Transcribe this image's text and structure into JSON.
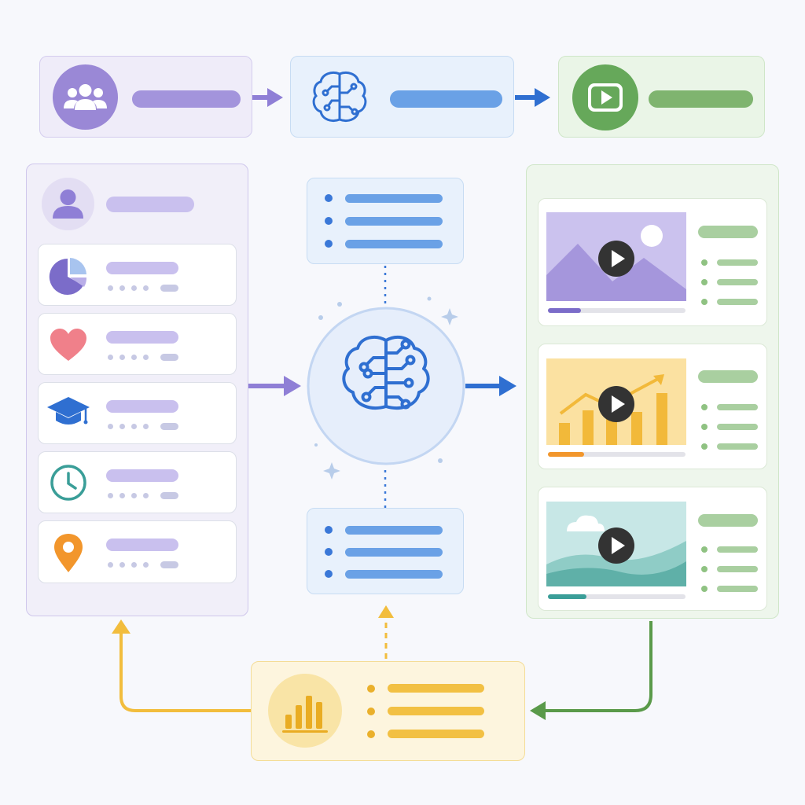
{
  "colors": {
    "purple": "#9d8fdb",
    "purple_light": "#c9c0ee",
    "blue": "#6aa1e6",
    "blue_dark": "#2f6fd1",
    "green": "#7fb46f",
    "green_dark": "#5a9a4a",
    "yellow": "#f2c043",
    "yellow_dark": "#eab02b",
    "pink": "#f0808a",
    "teal": "#3a9e98",
    "orange": "#f2962c",
    "grey_dots": "#c7c9e4"
  },
  "icons": {
    "top_audience": "users-group-icon",
    "top_ai": "brain-circuit-icon",
    "top_output": "video-play-icon",
    "profile": "user-avatar-icon",
    "attr_1": "pie-chart-icon",
    "attr_2": "heart-icon",
    "attr_3": "graduation-cap-icon",
    "attr_4": "clock-icon",
    "attr_5": "location-pin-icon",
    "center": "brain-circuit-icon",
    "analytics": "bar-chart-icon",
    "video_1": "mountain-landscape-thumbnail",
    "video_2": "growth-chart-thumbnail",
    "video_3": "hills-landscape-thumbnail"
  },
  "video_progress": [
    0.24,
    0.26,
    0.28
  ]
}
